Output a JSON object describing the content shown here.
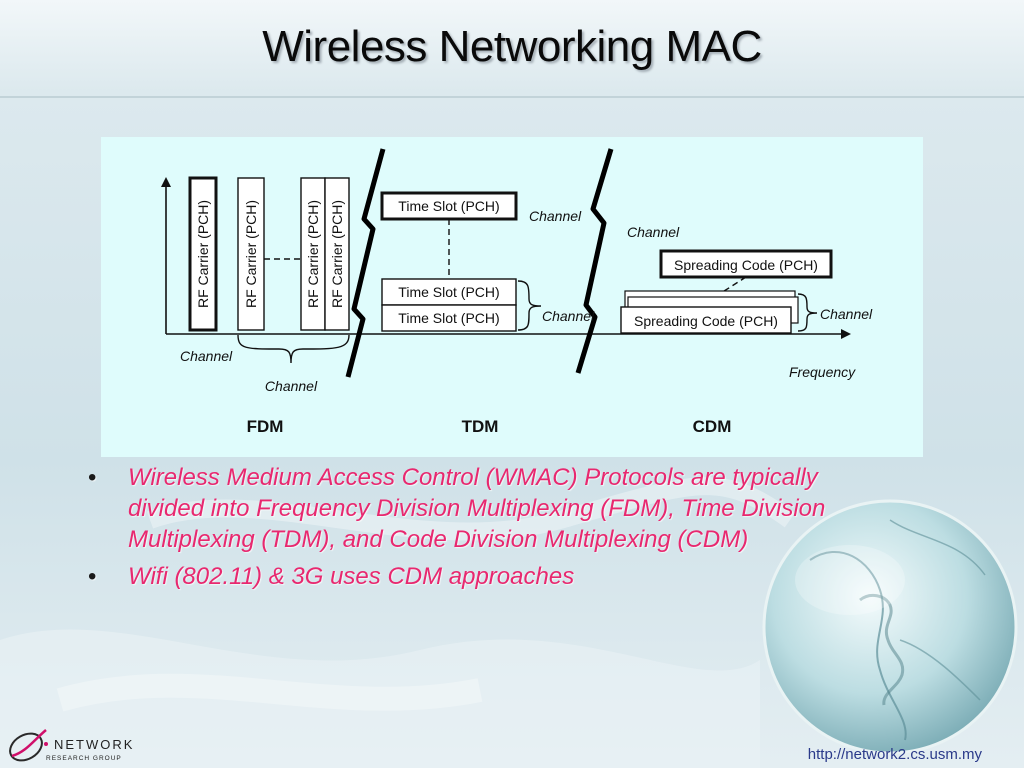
{
  "slide": {
    "title": "Wireless Networking MAC",
    "url": "http://network2.cs.usm.my",
    "logo_text": "NETWORK",
    "logo_subtext": "RESEARCH GROUP"
  },
  "diagram": {
    "fdm": {
      "carriers": [
        "RF Carrier (PCH)",
        "RF Carrier (PCH)",
        "RF Carrier (PCH)",
        "RF Carrier (PCH)"
      ],
      "channel_left": "Channel",
      "channel_bottom": "Channel",
      "label": "FDM"
    },
    "tdm": {
      "slots": [
        "Time Slot (PCH)",
        "Time Slot (PCH)",
        "Time Slot (PCH)"
      ],
      "channel_top": "Channel",
      "channel_mid": "Channel",
      "label": "TDM"
    },
    "cdm": {
      "codes": [
        "Spreading Code (PCH)",
        "Spreading Code (PCH)"
      ],
      "channel_top": "Channel",
      "channel_right": "Channel",
      "axis_label": "Frequency",
      "label": "CDM"
    }
  },
  "bullets": [
    "Wireless Medium Access Control (WMAC) Protocols are typically divided into Frequency Division Multiplexing (FDM), Time Division Multiplexing (TDM), and Code Division Multiplexing (CDM)",
    "Wifi (802.11) & 3G uses CDM approaches"
  ],
  "colors": {
    "diagram_bg": "#dffcfc",
    "bullet_text": "#e8286f",
    "url_text": "#2a3a8a"
  },
  "icons": [
    "globe-image",
    "network-logo"
  ]
}
